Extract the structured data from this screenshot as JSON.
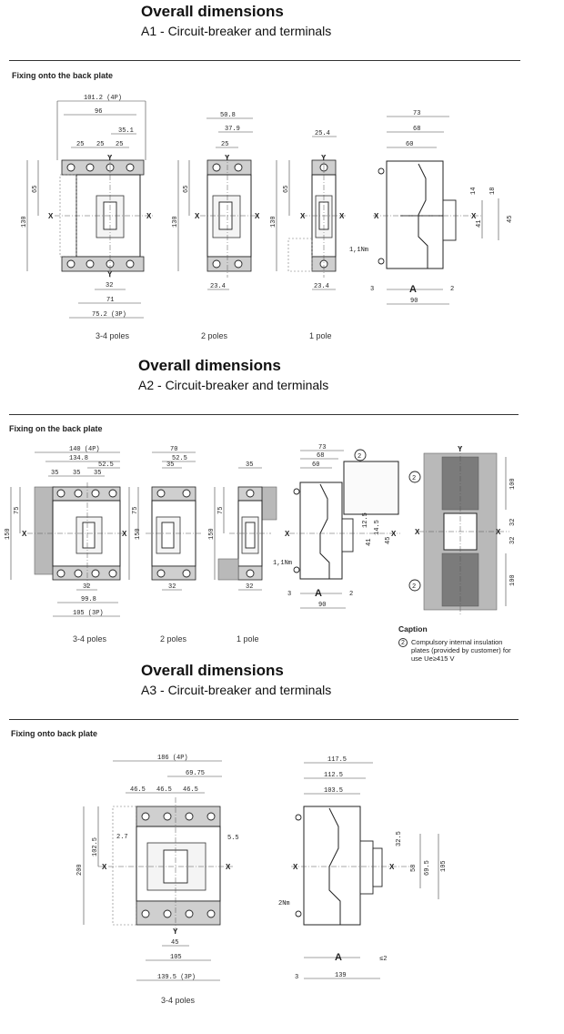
{
  "sections": [
    {
      "title": "Overall dimensions",
      "subtitle": "A1 - Circuit-breaker and terminals",
      "fixing": "Fixing onto the back plate",
      "views": [
        "3-4 poles",
        "2 poles",
        "1 pole"
      ],
      "dims": {
        "w_4p": "101.2 (4P)",
        "w_96": "96",
        "w_35_1": "35.1",
        "p25a": "25",
        "p25b": "25",
        "p25c": "25",
        "h130": "130",
        "h65": "65",
        "w32": "32",
        "w71": "71",
        "w_3p": "75.2 (3P)",
        "w50_8": "50.8",
        "w37_9": "37.9",
        "w25_2p": "25",
        "h130_2p": "130",
        "h65_2p": "65",
        "w23_4_2p": "23.4",
        "w25_4": "25.4",
        "h130_1p": "130",
        "h65_1p": "65",
        "w23_4_1p": "23.4",
        "s73": "73",
        "s68": "68",
        "s60": "60",
        "s14": "14",
        "s18": "18",
        "s41": "41",
        "s45": "45",
        "s3": "3",
        "s2": "2",
        "s90": "90",
        "torque": "1,1Nm",
        "A": "A",
        "x": "X",
        "y": "Y"
      }
    },
    {
      "title": "Overall dimensions",
      "subtitle": "A2 - Circuit-breaker and terminals",
      "fixing": "Fixing on the back plate",
      "views": [
        "3-4 poles",
        "2 poles",
        "1 pole"
      ],
      "dims": {
        "w_4p": "140 (4P)",
        "w134": "134.8",
        "w52_5": "52.5",
        "p35a": "35",
        "p35b": "35",
        "p35c": "35",
        "h150": "150",
        "h75": "75",
        "w32": "32",
        "w99": "99.8",
        "w_3p": "105 (3P)",
        "w70": "70",
        "w52_5b": "52.5",
        "w35_2p": "35",
        "h150_2p": "150",
        "h75_2p": "75",
        "w32_2p": "32",
        "w35_1p": "35",
        "h150_1p": "150",
        "h75_1p": "75",
        "w32_1p": "32",
        "s73": "73",
        "s68": "68",
        "s60": "60",
        "s12_5": "12.5",
        "s14_5": "14.5",
        "s41": "41",
        "s45": "45",
        "s3": "3",
        "s2": "2",
        "s90": "90",
        "torque": "1,1Nm",
        "A": "A",
        "x": "X",
        "y": "Y",
        "p100a": "100",
        "p32a": "32",
        "p32b": "32",
        "p100b": "100",
        "c2": "2"
      },
      "caption": {
        "title": "Caption",
        "num": "2",
        "text": "Compulsory internal insulation plates (provided by customer) for use Ue≥415 V"
      }
    },
    {
      "title": "Overall dimensions",
      "subtitle": "A3 - Circuit-breaker and terminals",
      "fixing": "Fixing onto back plate",
      "views": [
        "3-4 poles"
      ],
      "dims": {
        "w_4p": "186 (4P)",
        "w69": "69.75",
        "p46a": "46.5",
        "p46b": "46.5",
        "p46c": "46.5",
        "h102": "102.5",
        "h200": "200",
        "w2_7": "2.7",
        "w5_5": "5.5",
        "w45": "45",
        "w105": "105",
        "w_3p": "139.5 (3P)",
        "s117": "117.5",
        "s112": "112.5",
        "s103": "103.5",
        "s32_5": "32.5",
        "s69_5": "69.5",
        "s58": "58",
        "s105": "105",
        "s3": "3",
        "s2": "≤2",
        "s139": "139",
        "torque": "2Nm",
        "A": "A",
        "x": "X",
        "y": "Y"
      }
    }
  ]
}
